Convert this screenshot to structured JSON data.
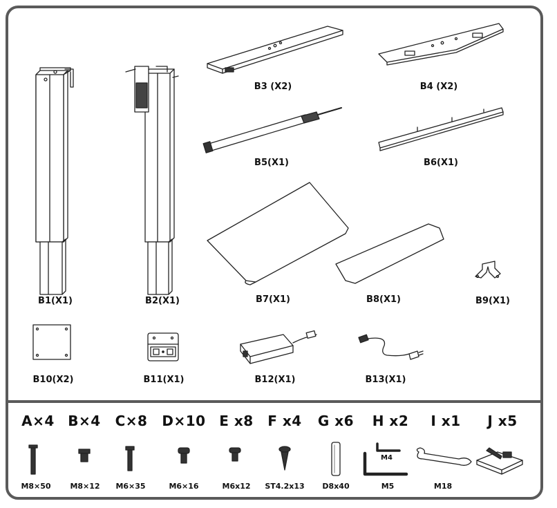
{
  "parts": [
    {
      "id": "b1",
      "label": "B1(X1)"
    },
    {
      "id": "b2",
      "label": "B2(X1)"
    },
    {
      "id": "b3",
      "label": "B3 (X2)"
    },
    {
      "id": "b4",
      "label": "B4 (X2)"
    },
    {
      "id": "b5",
      "label": "B5(X1)"
    },
    {
      "id": "b6",
      "label": "B6(X1)"
    },
    {
      "id": "b7",
      "label": "B7(X1)"
    },
    {
      "id": "b8",
      "label": "B8(X1)"
    },
    {
      "id": "b9",
      "label": "B9(X1)"
    },
    {
      "id": "b10",
      "label": "B10(X2)"
    },
    {
      "id": "b11",
      "label": "B11(X1)"
    },
    {
      "id": "b12",
      "label": "B12(X1)"
    },
    {
      "id": "b13",
      "label": "B13(X1)"
    }
  ],
  "hardware": [
    {
      "id": "a",
      "count_label": "A×4",
      "spec": "M8×50"
    },
    {
      "id": "b",
      "count_label": "B×4",
      "spec": "M8×12"
    },
    {
      "id": "c",
      "count_label": "C×8",
      "spec": "M6×35"
    },
    {
      "id": "d",
      "count_label": "D×10",
      "spec": "M6×16"
    },
    {
      "id": "e",
      "count_label": "E x8",
      "spec": "M6x12"
    },
    {
      "id": "f",
      "count_label": "F x4",
      "spec": "ST4.2x13"
    },
    {
      "id": "g",
      "count_label": "G x6",
      "spec": "D8x40"
    },
    {
      "id": "h",
      "count_label": "H x2",
      "spec": "M5",
      "inner_label": "M4"
    },
    {
      "id": "i",
      "count_label": "I x1",
      "spec": "M18"
    },
    {
      "id": "j",
      "count_label": "J x5",
      "spec": ""
    }
  ]
}
